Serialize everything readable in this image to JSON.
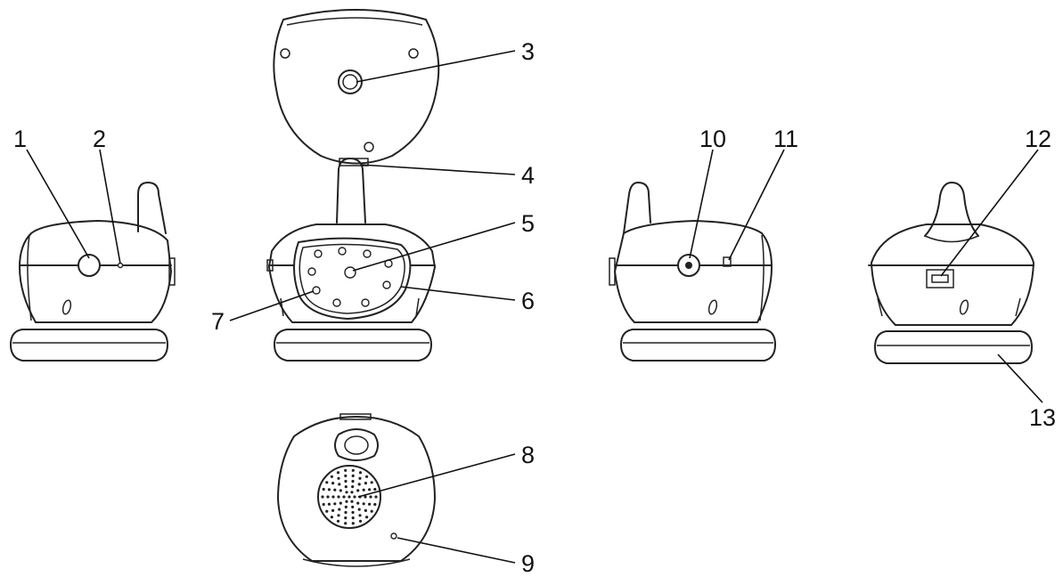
{
  "callouts": [
    {
      "id": "1",
      "label": "1"
    },
    {
      "id": "2",
      "label": "2"
    },
    {
      "id": "3",
      "label": "3"
    },
    {
      "id": "4",
      "label": "4"
    },
    {
      "id": "5",
      "label": "5"
    },
    {
      "id": "6",
      "label": "6"
    },
    {
      "id": "7",
      "label": "7"
    },
    {
      "id": "8",
      "label": "8"
    },
    {
      "id": "9",
      "label": "9"
    },
    {
      "id": "10",
      "label": "10"
    },
    {
      "id": "11",
      "label": "11"
    },
    {
      "id": "12",
      "label": "12"
    },
    {
      "id": "13",
      "label": "13"
    }
  ],
  "views": [
    "top-view",
    "left-side-view",
    "front-view",
    "right-side-view",
    "rear-view",
    "bottom-view"
  ],
  "colors": {
    "line": "#222222",
    "background": "#ffffff"
  }
}
